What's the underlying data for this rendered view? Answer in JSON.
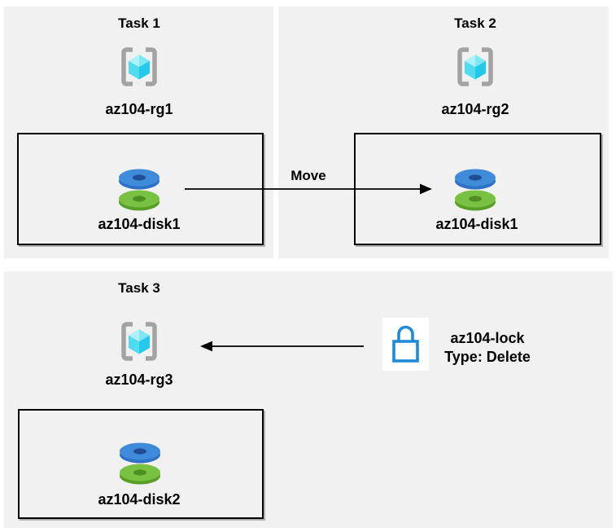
{
  "diagram": {
    "tasks": [
      {
        "title": "Task 1",
        "rg": "az104-rg1",
        "disk": "az104-disk1"
      },
      {
        "title": "Task 2",
        "rg": "az104-rg2",
        "disk": "az104-disk1"
      },
      {
        "title": "Task 3",
        "rg": "az104-rg3",
        "disk": "az104-disk2"
      }
    ],
    "move_arrow_label": "Move",
    "lock": {
      "name": "az104-lock",
      "type": "Type: Delete"
    }
  },
  "icons": {
    "resource_group": "resource-group-icon",
    "disk": "managed-disk-icon",
    "lock": "lock-icon"
  },
  "colors": {
    "panel_bg": "#f1f1f1",
    "box_border": "#000000",
    "text": "#000000",
    "arrow": "#000000",
    "bracket_gray": "#a3a3a3",
    "cube_top_left": "#b0f0f8",
    "cube_top_right": "#7fe6f3",
    "cube_bottom_left": "#52daef",
    "cube_bottom_right": "#22c9e8",
    "disk_blue_top": "#3f8ad9",
    "disk_blue_side": "#2e72c8",
    "disk_blue_hole": "#1d4e96",
    "disk_green_top": "#79c142",
    "disk_green_side": "#599e26",
    "disk_green_hole": "#4f8f22",
    "lock_blue": "#1e8bd8"
  }
}
